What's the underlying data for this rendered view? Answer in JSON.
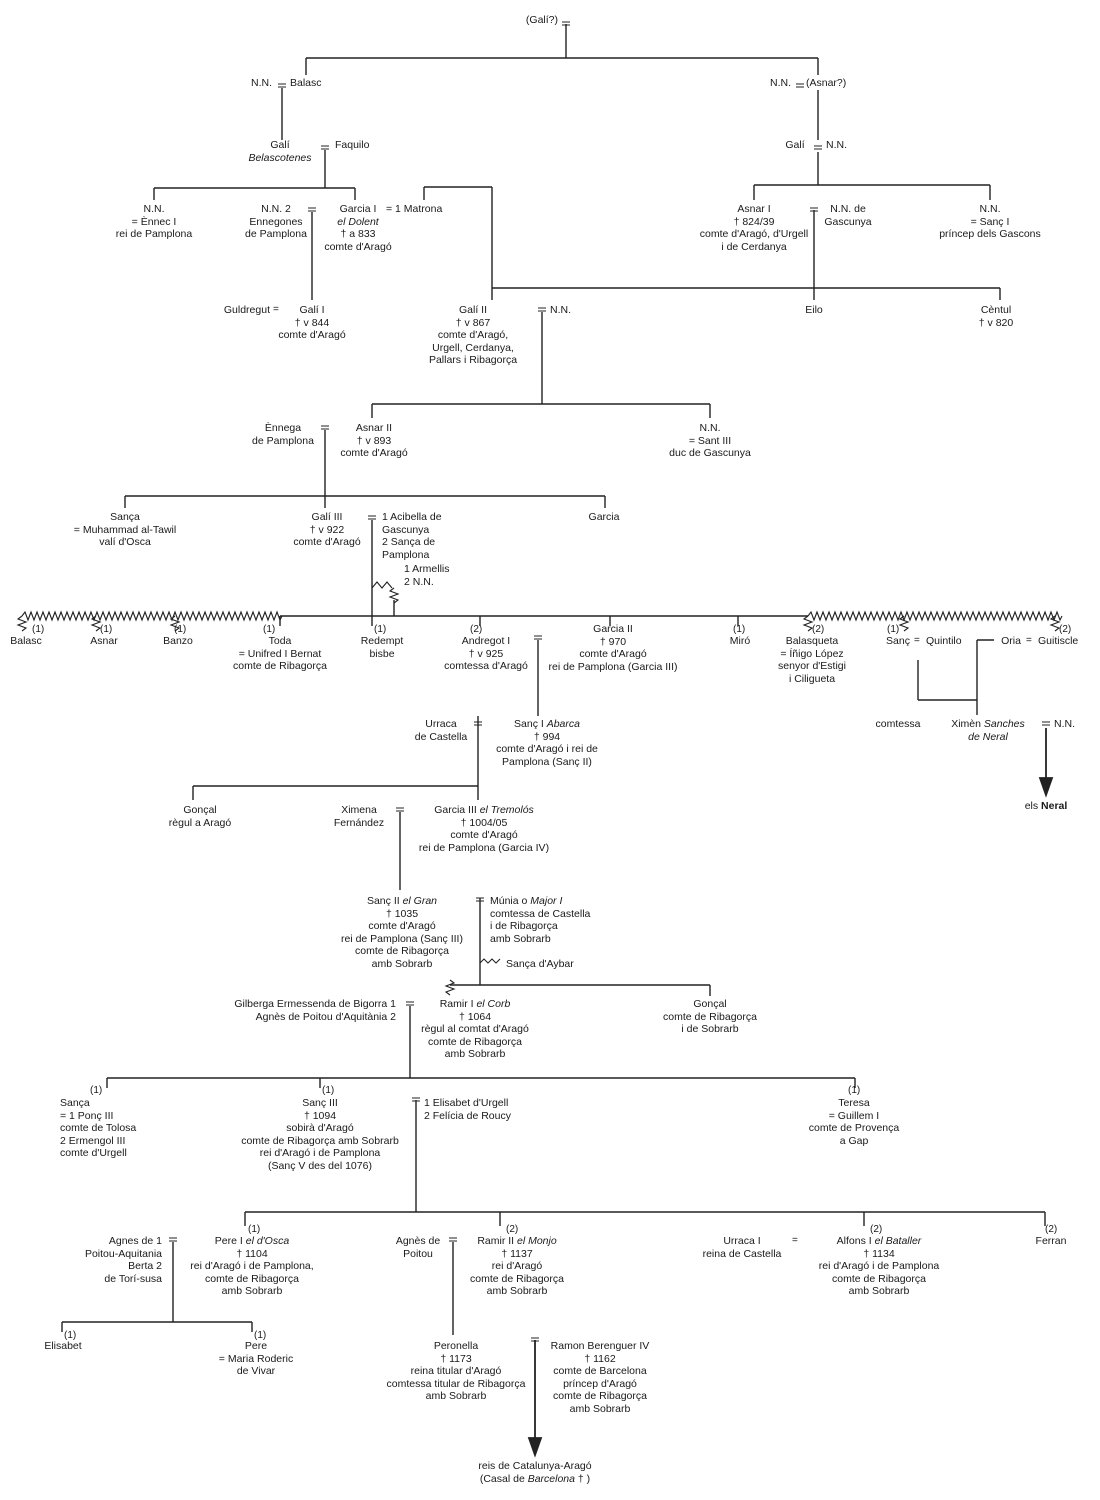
{
  "people": [
    {
      "id": "gali_root",
      "l": [
        "(Galí?)"
      ]
    },
    {
      "id": "nn_balasc_w",
      "l": [
        "N.N."
      ]
    },
    {
      "id": "balasc_father",
      "l": [
        "Balasc"
      ]
    },
    {
      "id": "nn_asnar_w",
      "l": [
        "N.N."
      ]
    },
    {
      "id": "asnar_root",
      "l": [
        "(Asnar?)"
      ]
    },
    {
      "id": "gali_belasc",
      "l": [
        "Galí",
        "*Belascotenes*"
      ]
    },
    {
      "id": "faquilo",
      "l": [
        "Faquilo"
      ]
    },
    {
      "id": "gali_son",
      "l": [
        "Galí"
      ]
    },
    {
      "id": "nn_gali_w",
      "l": [
        "N.N."
      ]
    },
    {
      "id": "nn_enneco",
      "l": [
        "N.N.",
        "= Ènnec I",
        "rei de Pamplona"
      ]
    },
    {
      "id": "nn2_ennegones",
      "l": [
        "N.N. 2",
        "Ennegones",
        "de Pamplona"
      ]
    },
    {
      "id": "garcia1",
      "l": [
        "Garcia I",
        "*el Dolent*",
        "† a 833",
        "comte d'Aragó"
      ]
    },
    {
      "id": "matrona",
      "l": [
        "= 1 Matrona"
      ]
    },
    {
      "id": "asnar1",
      "l": [
        "Asnar I",
        "† 824/39",
        "comte d'Aragó, d'Urgell",
        "i de Cerdanya"
      ]
    },
    {
      "id": "nn_gascunya",
      "l": [
        "N.N. de",
        "Gascunya"
      ]
    },
    {
      "id": "nn_sanc1",
      "l": [
        "N.N.",
        "= Sanç I",
        "príncep dels Gascons"
      ]
    },
    {
      "id": "guldregut",
      "l": [
        "Guldregut"
      ]
    },
    {
      "id": "gali1",
      "l": [
        "Galí I",
        "† v 844",
        "comte d'Aragó"
      ]
    },
    {
      "id": "gali2",
      "l": [
        "Galí II",
        "† v 867",
        "comte d'Aragó,",
        "Urgell, Cerdanya,",
        "Pallars i Ribagorça"
      ]
    },
    {
      "id": "nn_gali2_w",
      "l": [
        "N.N."
      ]
    },
    {
      "id": "eilo",
      "l": [
        "Eilo"
      ]
    },
    {
      "id": "centul",
      "l": [
        "Cèntul",
        "† v 820"
      ]
    },
    {
      "id": "ennega",
      "l": [
        "Ènnega",
        "de Pamplona"
      ]
    },
    {
      "id": "asnar2",
      "l": [
        "Asnar II",
        "† v 893",
        "comte d'Aragó"
      ]
    },
    {
      "id": "nn_sant3",
      "l": [
        "N.N.",
        "= Sant III",
        "duc de Gascunya"
      ]
    },
    {
      "id": "sanca_m",
      "l": [
        "Sança",
        "= Muhammad al-Tawil",
        "valí d'Osca"
      ]
    },
    {
      "id": "gali3",
      "l": [
        "Galí III",
        "† v 922",
        "comte d'Aragó"
      ]
    },
    {
      "id": "acibella",
      "l": [
        "1  Acibella de",
        "Gascunya",
        "2  Sança de",
        "Pamplona"
      ]
    },
    {
      "id": "armellis",
      "l": [
        "1  Armellis",
        "2  N.N."
      ]
    },
    {
      "id": "garcia_s",
      "l": [
        "Garcia"
      ]
    },
    {
      "id": "balasc_c",
      "l": [
        "Balasc"
      ]
    },
    {
      "id": "asnar_c",
      "l": [
        "Asnar"
      ]
    },
    {
      "id": "banzo",
      "l": [
        "Banzo"
      ]
    },
    {
      "id": "toda",
      "l": [
        "Toda",
        "= Unifred I Bernat",
        "comte de Ribagorça"
      ]
    },
    {
      "id": "redempt",
      "l": [
        "Redempt",
        "bisbe"
      ]
    },
    {
      "id": "andregot",
      "l": [
        "Andregot I",
        "† v 925",
        "comtessa d'Aragó"
      ]
    },
    {
      "id": "garcia2",
      "l": [
        "Garcia II",
        "† 970",
        "comte d'Aragó",
        "rei de Pamplona (Garcia III)"
      ]
    },
    {
      "id": "miro",
      "l": [
        "Miró"
      ]
    },
    {
      "id": "balasqueta",
      "l": [
        "Balasqueta",
        "= Íñigo López",
        "senyor d'Estigi",
        "i Ciligueta"
      ]
    },
    {
      "id": "sanc_c",
      "l": [
        "Sanç"
      ]
    },
    {
      "id": "quintilo",
      "l": [
        "Quintilo"
      ]
    },
    {
      "id": "oria",
      "l": [
        "Oria"
      ]
    },
    {
      "id": "guitiscle",
      "l": [
        "Guitiscle"
      ]
    },
    {
      "id": "comtessa",
      "l": [
        "comtessa"
      ]
    },
    {
      "id": "ximen",
      "l": [
        "Ximèn *Sanches*",
        "*de Neral*"
      ]
    },
    {
      "id": "nn_ximen_w",
      "l": [
        "N.N."
      ]
    },
    {
      "id": "neral",
      "l": [
        "els **Neral**"
      ]
    },
    {
      "id": "urraca_c",
      "l": [
        "Urraca",
        "de Castella"
      ]
    },
    {
      "id": "sanc1",
      "l": [
        "Sanç I *Abarca*",
        "† 994",
        "comte d'Aragó i rei de",
        "Pamplona (Sanç II)"
      ]
    },
    {
      "id": "goncal1",
      "l": [
        "Gonçal",
        "règul a Aragó"
      ]
    },
    {
      "id": "ximena",
      "l": [
        "Ximena",
        "Fernández"
      ]
    },
    {
      "id": "garcia3",
      "l": [
        "Garcia III *el Tremolós*",
        "† 1004/05",
        "comte d'Aragó",
        "rei de Pamplona (Garcia IV)"
      ]
    },
    {
      "id": "sanc2",
      "l": [
        "Sanç II *el Gran*",
        "† 1035",
        "comte d'Aragó",
        "rei de Pamplona (Sanç III)",
        "comte de Ribagorça",
        "amb Sobrarb"
      ]
    },
    {
      "id": "munia",
      "l": [
        "Múnia o *Major I*",
        "comtessa de Castella",
        "i de Ribagorça",
        "amb Sobrarb"
      ]
    },
    {
      "id": "aybar",
      "l": [
        "Sança d'Aybar"
      ]
    },
    {
      "id": "gilberga",
      "l": [
        "Gilberga Ermessenda de Bigorra 1",
        "Agnès de Poitou d'Aquitània 2"
      ]
    },
    {
      "id": "ramir1",
      "l": [
        "Ramir I *el Corb*",
        "† 1064",
        "règul al comtat d'Aragó",
        "comte de Ribagorça",
        "amb Sobrarb"
      ]
    },
    {
      "id": "goncal2",
      "l": [
        "Gonçal",
        "comte de Ribagorça",
        "i de Sobrarb"
      ]
    },
    {
      "id": "sanca_pons",
      "l": [
        "Sança",
        "= 1 Ponç III",
        "comte de Tolosa",
        "2  Ermengol III",
        "comte d'Urgell"
      ]
    },
    {
      "id": "sanc3",
      "l": [
        "Sanç III",
        "† 1094",
        "sobirà d'Aragó",
        "comte de Ribagorça amb Sobrarb",
        "rei d'Aragó i de Pamplona",
        "(Sanç V des del 1076)"
      ]
    },
    {
      "id": "elisabet_u",
      "l": [
        "1  Elisabet d'Urgell",
        "2  Felícia de Roucy"
      ]
    },
    {
      "id": "teresa",
      "l": [
        "Teresa",
        "= Guillem I",
        "comte de Provença",
        "a Gap"
      ]
    },
    {
      "id": "agnes1",
      "l": [
        "Agnes de 1",
        "Poitou-Aquitania",
        "Berta 2",
        "de Torí-susa"
      ]
    },
    {
      "id": "pere1",
      "l": [
        "Pere I *el d'Osca*",
        "† 1104",
        "rei d'Aragó i de Pamplona,",
        "comte de Ribagorça",
        "amb Sobrarb"
      ]
    },
    {
      "id": "agnes_p",
      "l": [
        "Agnès de",
        "Poitou"
      ]
    },
    {
      "id": "ramir2",
      "l": [
        "Ramir II *el Monjo*",
        "† 1137",
        "rei d'Aragó",
        "comte de Ribagorça",
        "amb Sobrarb"
      ]
    },
    {
      "id": "urraca1",
      "l": [
        "Urraca I",
        "reina de Castella"
      ]
    },
    {
      "id": "alfons1",
      "l": [
        "Alfons I *el Bataller*",
        "† 1134",
        "rei d'Aragó i de Pamplona",
        "comte de Ribagorça",
        "amb Sobrarb"
      ]
    },
    {
      "id": "ferran",
      "l": [
        "Ferran"
      ]
    },
    {
      "id": "elisabet",
      "l": [
        "Elisabet"
      ]
    },
    {
      "id": "pere",
      "l": [
        "Pere",
        "= Maria Roderic",
        "de Vivar"
      ]
    },
    {
      "id": "peronella",
      "l": [
        "Peronella",
        "† 1173",
        "reina titular d'Aragó",
        "comtessa titular de Ribagorça",
        "amb Sobrarb"
      ]
    },
    {
      "id": "ramon",
      "l": [
        "Ramon Berenguer IV",
        "† 1162",
        "comte de Barcelona",
        "príncep d'Aragó",
        "comte de Ribagorça",
        "amb Sobrarb"
      ]
    },
    {
      "id": "reis",
      "l": [
        "reis de Catalunya-Aragó",
        "(Casal de *Barcelona* † )"
      ]
    }
  ],
  "marks": [
    {
      "id": "m1",
      "t": "(1)"
    },
    {
      "id": "m2",
      "t": "(1)"
    },
    {
      "id": "m3",
      "t": "(1)"
    },
    {
      "id": "m4",
      "t": "(1)"
    },
    {
      "id": "m5",
      "t": "(1)"
    },
    {
      "id": "m6",
      "t": "(2)"
    },
    {
      "id": "m7",
      "t": "(1)"
    },
    {
      "id": "m8",
      "t": "(2)"
    },
    {
      "id": "m9",
      "t": "(1)"
    },
    {
      "id": "m10",
      "t": "(2)"
    },
    {
      "id": "m11",
      "t": "(1)"
    },
    {
      "id": "m12",
      "t": "(1)"
    },
    {
      "id": "m13",
      "t": "(1)"
    },
    {
      "id": "m14",
      "t": "(1)"
    },
    {
      "id": "m15",
      "t": "(2)"
    },
    {
      "id": "m16",
      "t": "(2)"
    },
    {
      "id": "m17",
      "t": "(2)"
    },
    {
      "id": "m18",
      "t": "(1)"
    },
    {
      "id": "m19",
      "t": "(1)"
    }
  ]
}
